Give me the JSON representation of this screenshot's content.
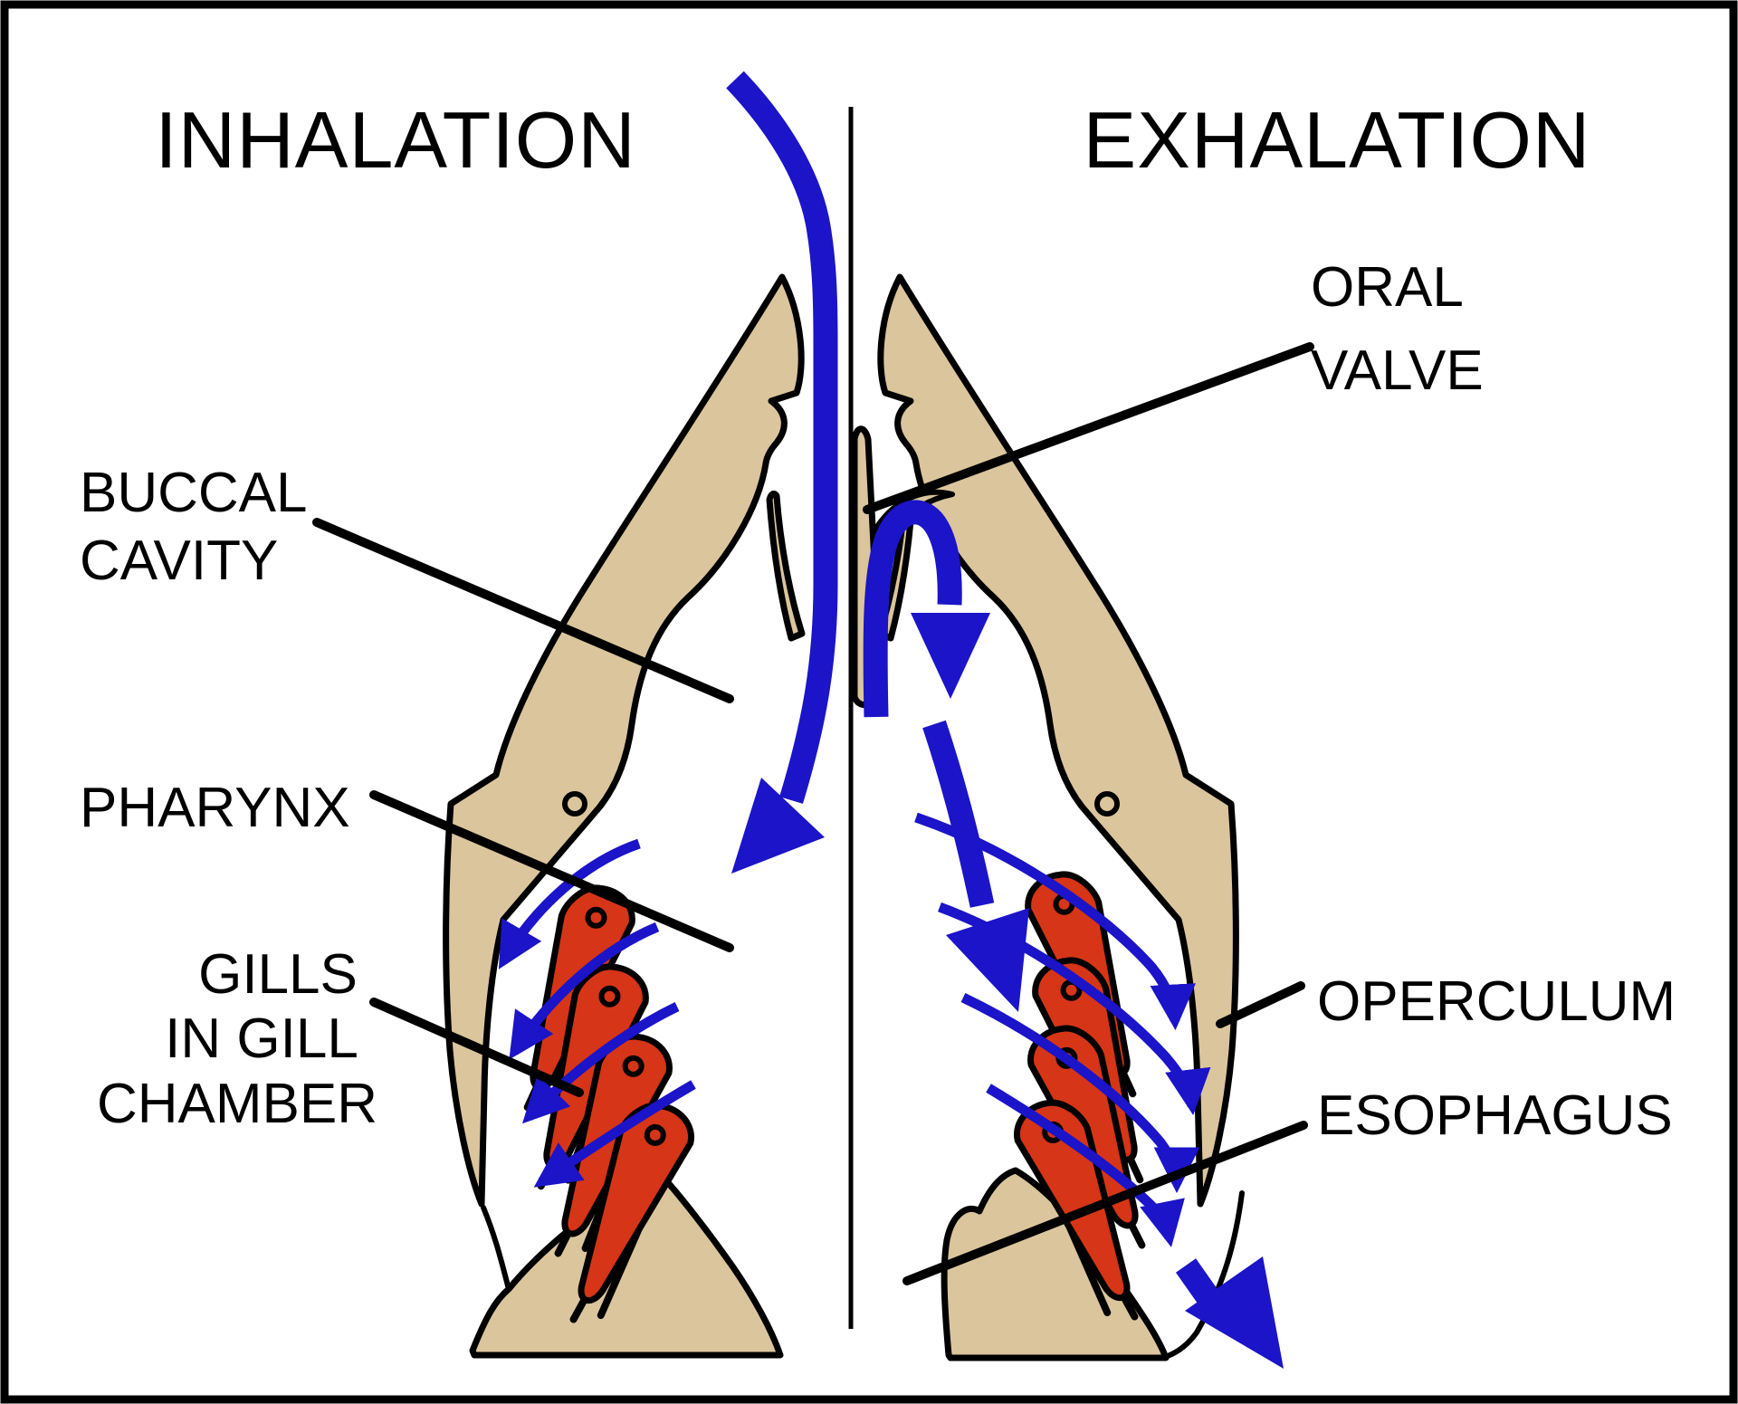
{
  "diagram": {
    "title_left": "INHALATION",
    "title_right": "EXHALATION",
    "labels": {
      "oral_valve": {
        "line1": "ORAL",
        "line2": "VALVE"
      },
      "buccal_cavity": {
        "line1": "BUCCAL",
        "line2": "CAVITY"
      },
      "pharynx": {
        "text": "PHARYNX"
      },
      "gills": {
        "line1": "GILLS",
        "line2": "IN GILL",
        "line3": "CHAMBER"
      },
      "operculum": {
        "text": "OPERCULUM"
      },
      "esophagus": {
        "text": "ESOPHAGUS"
      }
    },
    "colors": {
      "water_flow": "#1b14c8",
      "tissue": "#dbc59d",
      "gill": "#d63517",
      "outline": "#000000",
      "background": "#ffffff"
    }
  }
}
